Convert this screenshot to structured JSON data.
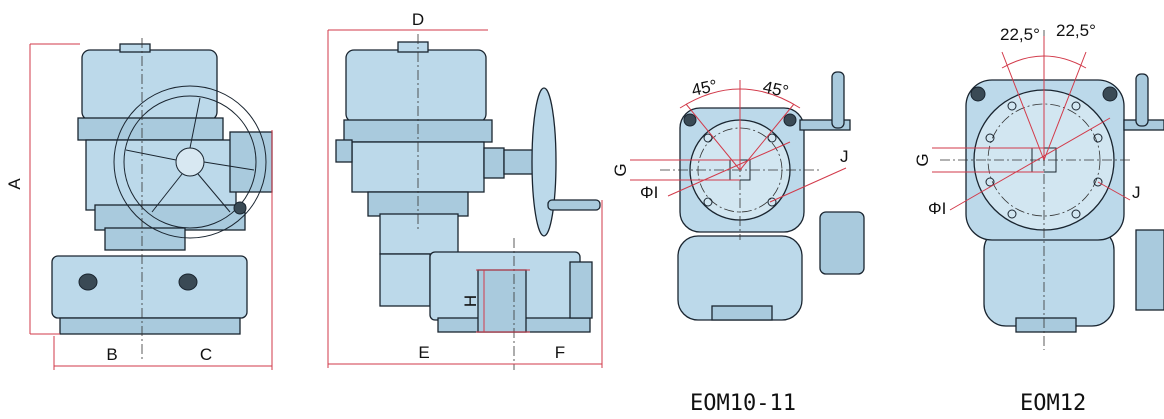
{
  "labels": {
    "A": "A",
    "B": "B",
    "C": "C",
    "D": "D",
    "E": "E",
    "F": "F",
    "H": "H",
    "G1": "G",
    "PhiI1": "ΦI",
    "J1": "J",
    "angle1a": "45°",
    "angle1b": "45°",
    "G2": "G",
    "PhiI2": "ΦI",
    "J2": "J",
    "angle2a": "22,5°",
    "angle2b": "22,5°"
  },
  "captions": {
    "view3": "EOM10-11",
    "view4": "EOM12"
  },
  "colors": {
    "body": "#bcd9ea",
    "dimension": "#d23a4a",
    "outline": "#1a2530"
  }
}
